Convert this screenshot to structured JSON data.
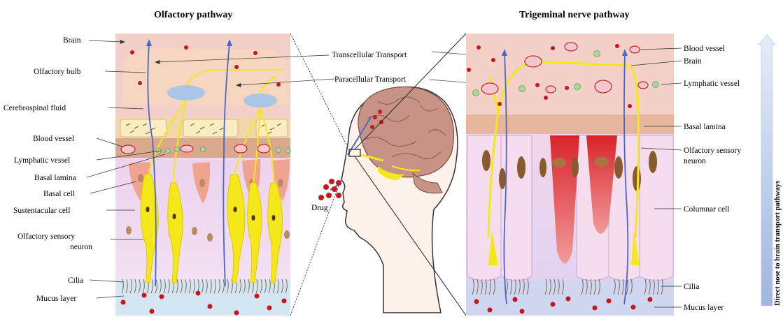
{
  "titles": {
    "olfactory": "Olfactory pathway",
    "trigeminal": "Trigeminal nerve pathway"
  },
  "left_labels": {
    "brain": "Brain",
    "olfactory_bulb": "Olfactory bulb",
    "csf": "Cerebrospinal fluid",
    "blood_vessel": "Blood vessel",
    "lymphatic_vessel": "Lymphatic vessel",
    "basal_lamina": "Basal lamina",
    "basal_cell": "Basal cell",
    "sustentacular_cell": "Sustentacular cell",
    "osn_line1": "Olfactory sensory",
    "osn_line2": "neuron",
    "cilia": "Cilia",
    "mucus": "Mucus layer"
  },
  "center_labels": {
    "transcellular": "Transcellular Transport",
    "paracellular": "Paracellular Transport",
    "drug": "Drug"
  },
  "right_labels": {
    "blood_vessel": "Blood vessel",
    "brain": "Brain",
    "lymphatic_vessel": "Lymphatic  vessel",
    "basal_lamina": "Basal lamina",
    "osn_line1": "Olfactory sensory",
    "osn_line2": "neuron",
    "columnar_cell": "Columnar cell",
    "cilia": "Cilia",
    "mucus": "Mucus layer"
  },
  "side_arrow_text": "Direct nose to brain transport pathways",
  "colors": {
    "brain_tissue": "#f2cfc8",
    "bulb": "#f7d9c4",
    "fluid_cells": "#fbeabf",
    "basal_lamina": "#d9a98a",
    "epithelium": "#e7d0ec",
    "mucus": "#cfe2f3",
    "neuron": "#f5e91a",
    "vessel_line": "#4a67c8",
    "drug": "#c8161d",
    "lymph": "#a9d89a",
    "arrow": "#c7d6ef"
  }
}
